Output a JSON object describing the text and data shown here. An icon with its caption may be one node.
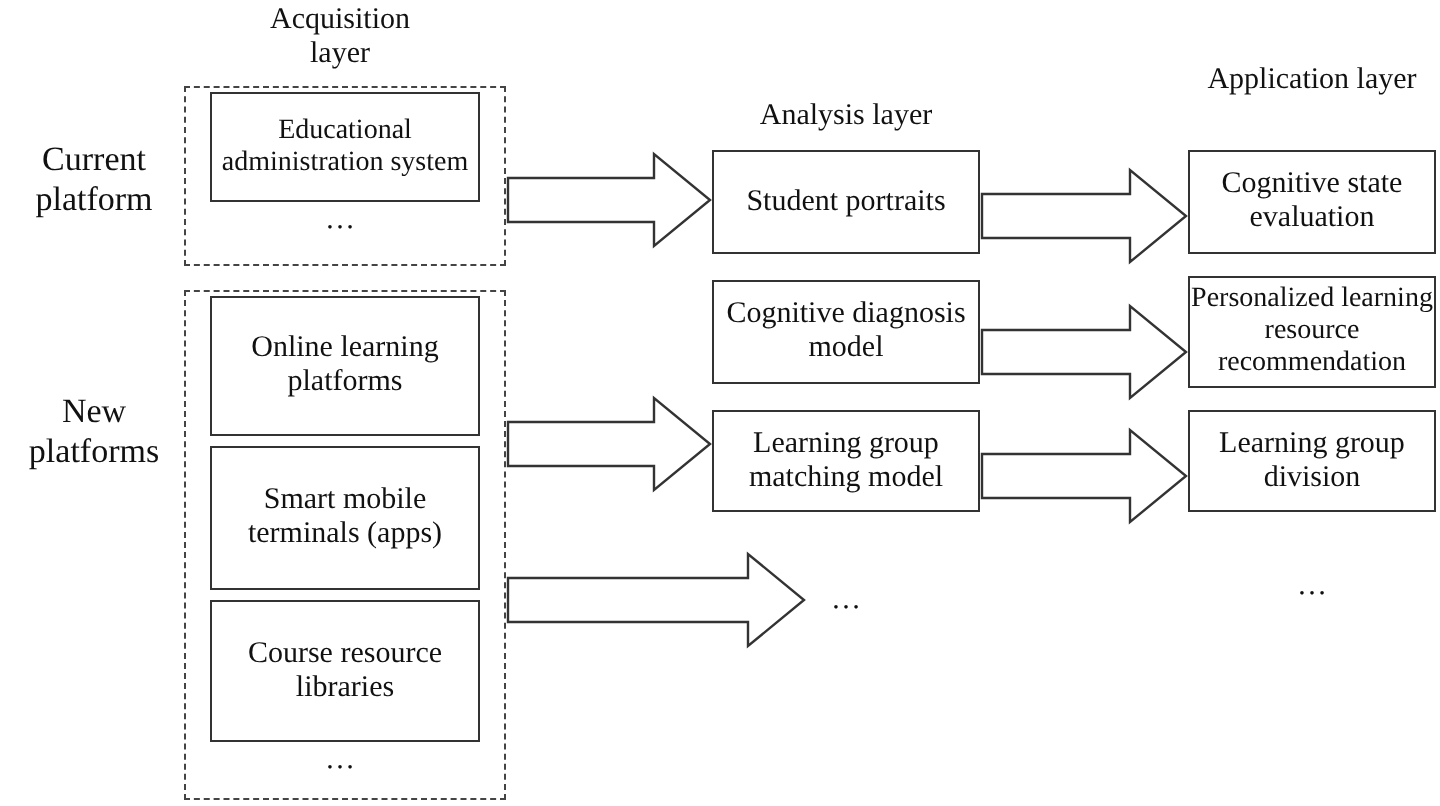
{
  "diagram": {
    "nodes": [
      {
        "text": [
          "Current platform"
        ]
      },
      {
        "text": [
          "Educational administration system"
        ],
        "in": 0
      },
      {
        "text": [
          "New platforms"
        ]
      },
      {
        "text": [
          "Online learning platforms"
        ],
        "in": 2
      },
      {
        "text": [
          "Smart mobile terminals (apps)"
        ],
        "in": 2
      },
      {
        "text": [
          "Course resource libraries"
        ],
        "in": 2
      },
      {
        "text": [
          "Student portraits"
        ]
      },
      {
        "text": [
          "Cognitive diagnosis model"
        ]
      },
      {
        "text": [
          "Learning group matching model"
        ]
      },
      {
        "text": [
          "…"
        ]
      },
      {
        "text": [
          "Cognitive state evaluation"
        ]
      },
      {
        "text": [
          "Personalized learning resource recommendation"
        ]
      },
      {
        "text": [
          "Learning group division"
        ]
      }
    ],
    "edges": [
      {
        "from": 0,
        "to": 6,
        "arrow": "to"
      },
      {
        "from": 2,
        "to": 8,
        "arrow": "to"
      },
      {
        "from": 2,
        "to": 9,
        "arrow": "to"
      },
      {
        "from": 6,
        "to": 10,
        "arrow": "to"
      },
      {
        "from": 7,
        "to": 11,
        "arrow": "to"
      },
      {
        "from": 8,
        "to": 12,
        "arrow": "to"
      }
    ],
    "labels": [
      "Acquisition layer",
      "Analysis layer",
      "Application layer",
      "…",
      "…",
      "…"
    ]
  }
}
